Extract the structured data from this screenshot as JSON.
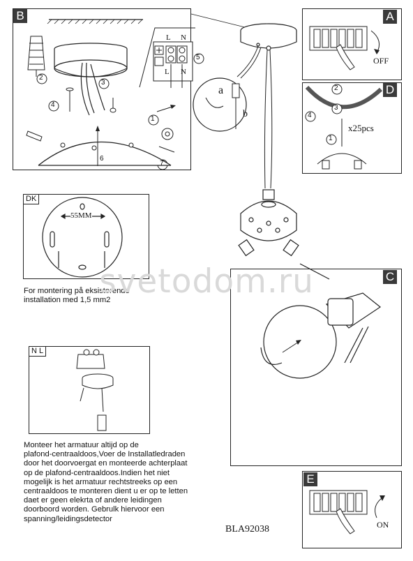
{
  "panel_b": {
    "badge": "B",
    "terminal_l_top": "L",
    "terminal_n_top": "N",
    "terminal_l_bottom": "L",
    "terminal_n_bottom": "N",
    "steps": [
      "2",
      "3",
      "4",
      "5",
      "1",
      "6",
      "7"
    ]
  },
  "panel_a": {
    "badge": "A",
    "switch_state": "OFF"
  },
  "panel_d": {
    "badge": "D",
    "count": "x25pcs",
    "steps": [
      "2",
      "3",
      "4",
      "1"
    ]
  },
  "hanger": {
    "label_a": "a",
    "label_b": "b"
  },
  "panel_dk": {
    "tag": "DK",
    "dimension": "55MM",
    "caption": "For montering på  eksisterende\ninstallation med 1,5 mm2"
  },
  "panel_nl": {
    "tag": "N L",
    "body": "Monteer het armatuur altijd op de\nplafond-centraaldoos,Voer de Installatledraden\ndoor het doorvoergat en monteerde achterplaat\nop de plafond-centraaldoos.Indien het niet\nmogelijk is het armatuur rechtstreeks op een\ncentraaldoos te monteren dient u er op te letten\ndaet er geen elekrta of andere leidingen\ndoorboord worden. Gebrulk hiervoor een\nspanning/leidingsdetector"
  },
  "panel_c": {
    "badge": "C"
  },
  "panel_e": {
    "badge": "E",
    "switch_state": "ON"
  },
  "model_number": "BLA92038",
  "watermark": "svetodom.ru"
}
